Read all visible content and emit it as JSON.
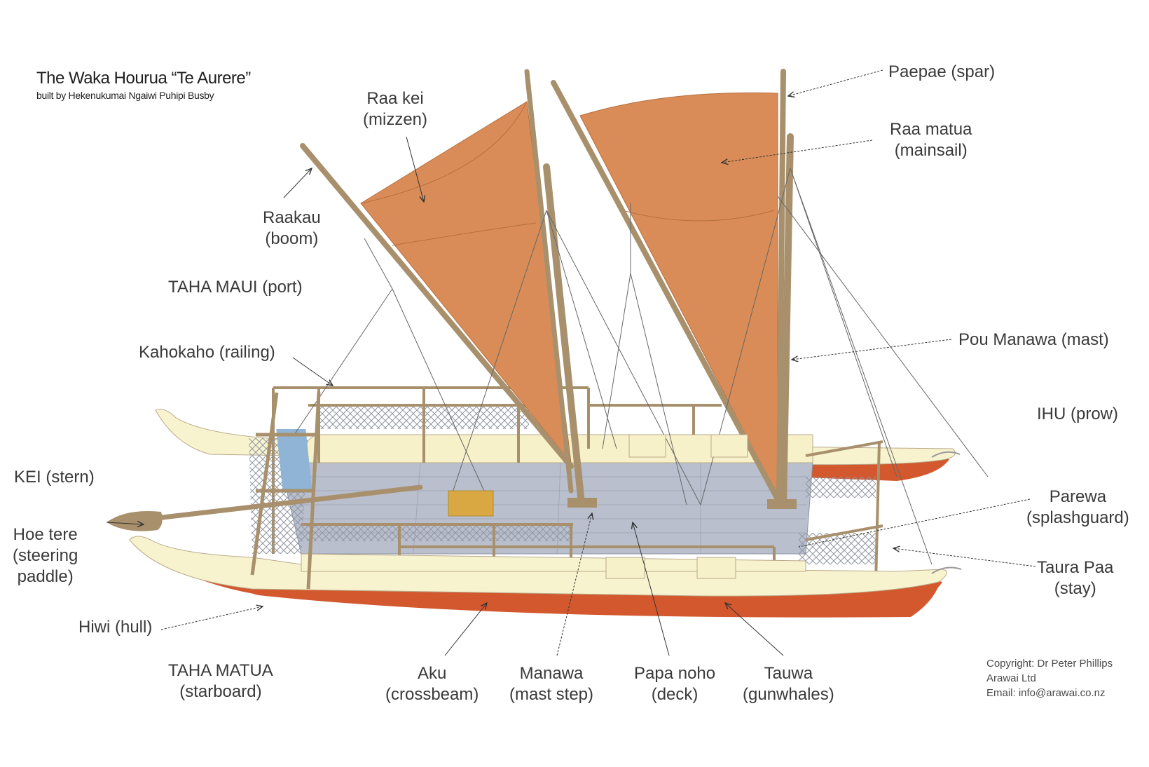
{
  "header": {
    "title": "The Waka Hourua “Te Aurere”",
    "subtitle": "built by Hekenukumai Ngaiwi Puhipi Busby"
  },
  "labels": {
    "raakau": [
      "Raakau",
      "(boom)"
    ],
    "raa_kei": [
      "Raa kei",
      "(mizzen)"
    ],
    "paepae": "Paepae (spar)",
    "raa_matua": [
      "Raa matua",
      "(mainsail)"
    ],
    "taha_maui": "TAHA MAUI (port)",
    "kahokaho": "Kahokaho (railing)",
    "pou_manawa": "Pou Manawa (mast)",
    "ihu": "IHU  (prow)",
    "kei": "KEI (stern)",
    "parewa": [
      "Parewa",
      "(splashguard)"
    ],
    "hoe_tere": [
      "Hoe tere",
      "(steering",
      "paddle)"
    ],
    "taura_paa": [
      "Taura Paa",
      "(stay)"
    ],
    "hiwi": "Hiwi (hull)",
    "taha_matua": [
      "TAHA MATUA",
      "(starboard)"
    ],
    "aku": [
      "Aku",
      "(crossbeam)"
    ],
    "manawa": [
      "Manawa",
      "(mast step)"
    ],
    "papa_noho": [
      "Papa noho",
      "(deck)"
    ],
    "tauwa": [
      "Tauwa",
      "(gunwhales)"
    ]
  },
  "copyright": {
    "line1": "Copyright: Dr Peter Phillips",
    "line2": "Arawai Ltd",
    "line3": "Email: info@arawai.co.nz"
  },
  "colors": {
    "sail": "#d98c57",
    "hull_red": "#d4582e",
    "hull_cream": "#f8f3cf",
    "deck": "#b9bfcd",
    "wood": "#a8906c",
    "net": "#9aa0ab",
    "bench": "#f7f1c9",
    "box": "#d9a843",
    "panel_blue": "#8fb4d6"
  }
}
